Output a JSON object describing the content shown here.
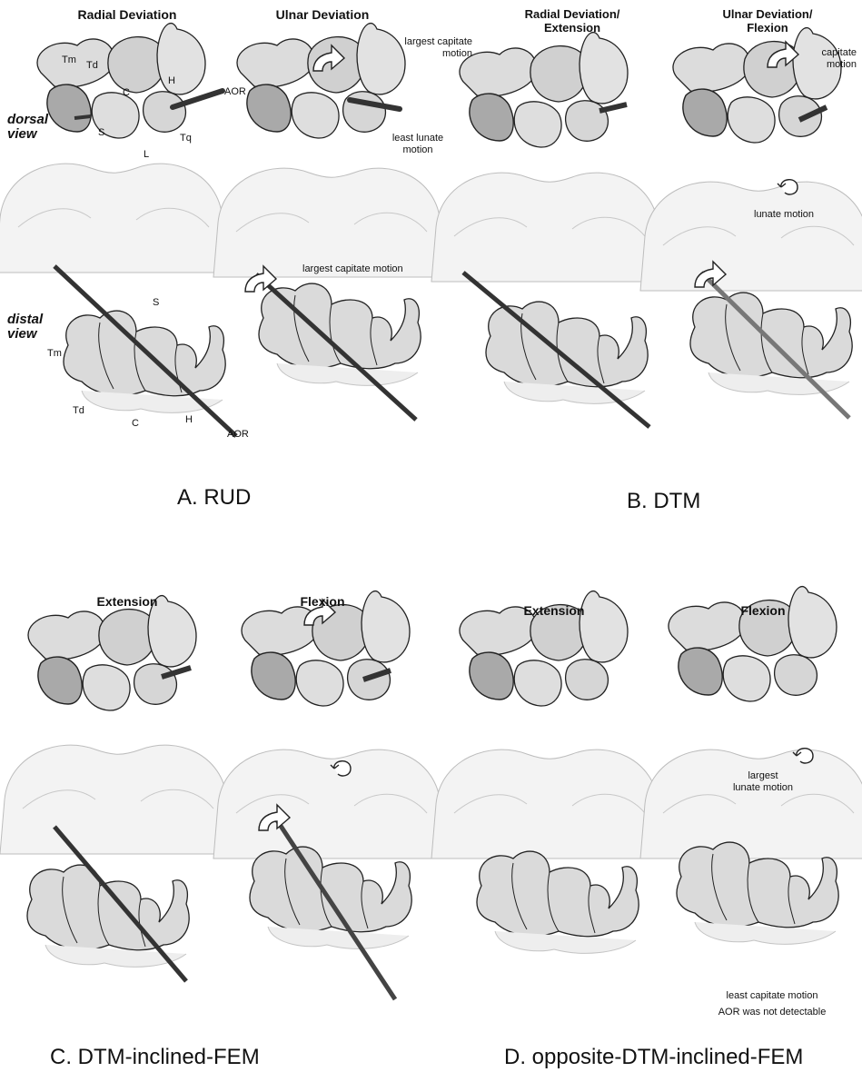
{
  "panels": {
    "A": {
      "caption": "A. RUD",
      "col1_title": "Radial Deviation",
      "col2_title": "Ulnar Deviation"
    },
    "B": {
      "caption": "B. DTM",
      "col1_title": "Radial Deviation/\nExtension",
      "col2_title": "Ulnar Deviation/\nFlexion"
    },
    "C": {
      "caption": "C. DTM-inclined-FEM",
      "col1_title": "Extension",
      "col2_title": "Flexion"
    },
    "D": {
      "caption": "D. opposite-DTM-inclined-FEM",
      "col1_title": "Extension",
      "col2_title": "Flexion"
    }
  },
  "row_labels": {
    "dorsal": "dorsal\nview",
    "distal": "distal\nview"
  },
  "bone_labels": {
    "Tm": "Tm",
    "Td": "Td",
    "C": "C",
    "H": "H",
    "S": "S",
    "L": "L",
    "Tq": "Tq",
    "AOR": "AOR",
    "s": "S"
  },
  "annotations": {
    "a_ulnar_capitate": "largest capitate\nmotion",
    "a_ulnar_lunate": "least lunate\nmotion",
    "a_distal_capitate": "largest capitate motion",
    "b_capitate": "capitate\nmotion",
    "b_lunate": "lunate motion",
    "d_lunate": "largest\nlunate motion",
    "d_note_1": "least capitate motion",
    "d_note_2": "AOR was not detectable"
  }
}
